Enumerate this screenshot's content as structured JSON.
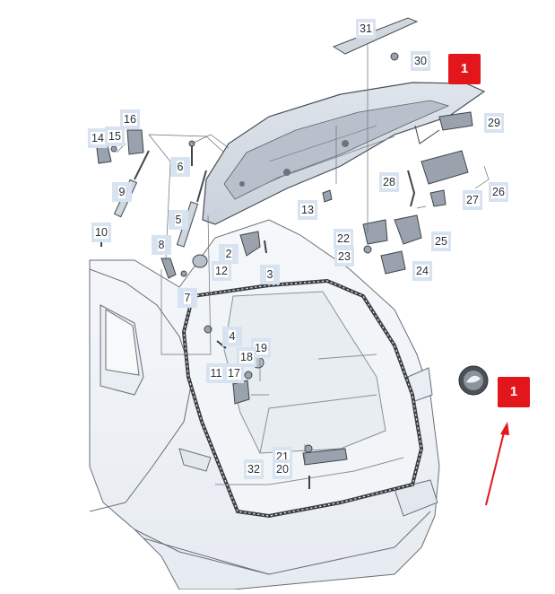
{
  "callouts": {
    "c31": "31",
    "c30": "30",
    "c1_top": "1",
    "c29": "29",
    "c16": "16",
    "c14": "14",
    "c15": "15",
    "c6": "6",
    "c9": "9",
    "c28": "28",
    "c26": "26",
    "c27": "27",
    "c13": "13",
    "c5": "5",
    "c10": "10",
    "c22": "22",
    "c25": "25",
    "c8": "8",
    "c2": "2",
    "c23": "23",
    "c24": "24",
    "c12": "12",
    "c3": "3",
    "c7": "7",
    "c4": "4",
    "c19": "19",
    "c18": "18",
    "c11": "11",
    "c17": "17",
    "c1_badge": "1",
    "c21": "21",
    "c32": "32",
    "c20": "20"
  },
  "colors": {
    "highlight": "#e3161b",
    "label_bg": "#d7e3f0",
    "line_art": "#5a5f66",
    "body_fill": "#eef2f6",
    "arrow": "#e3161b"
  },
  "icons": {
    "emblem": "brand-emblem-icon"
  }
}
